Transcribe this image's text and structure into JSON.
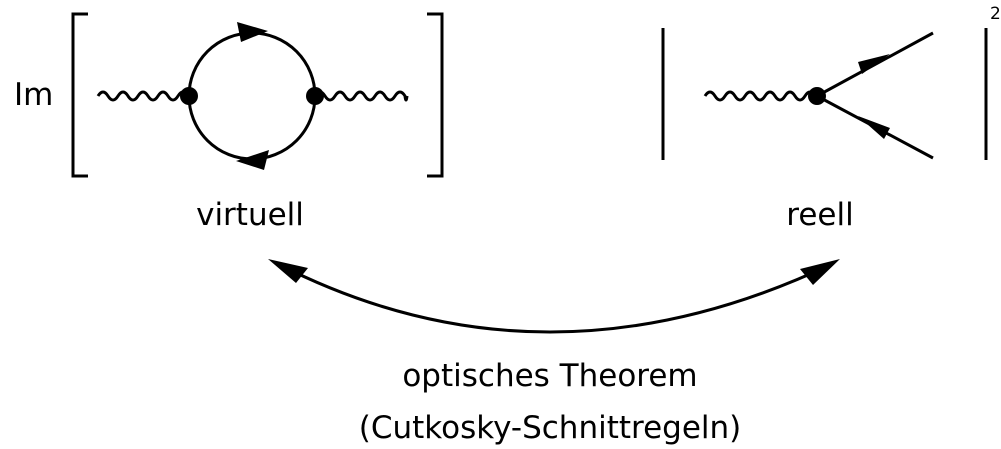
{
  "left_diagram": {
    "prefix": "Im",
    "caption": "virtuell"
  },
  "right_diagram": {
    "exponent": "2",
    "caption": "reell"
  },
  "relation": {
    "line1": "optisches Theorem",
    "line2": "(Cutkosky-Schnittregeln)"
  },
  "colors": {
    "ink": "#000000",
    "background": "#ffffff"
  }
}
